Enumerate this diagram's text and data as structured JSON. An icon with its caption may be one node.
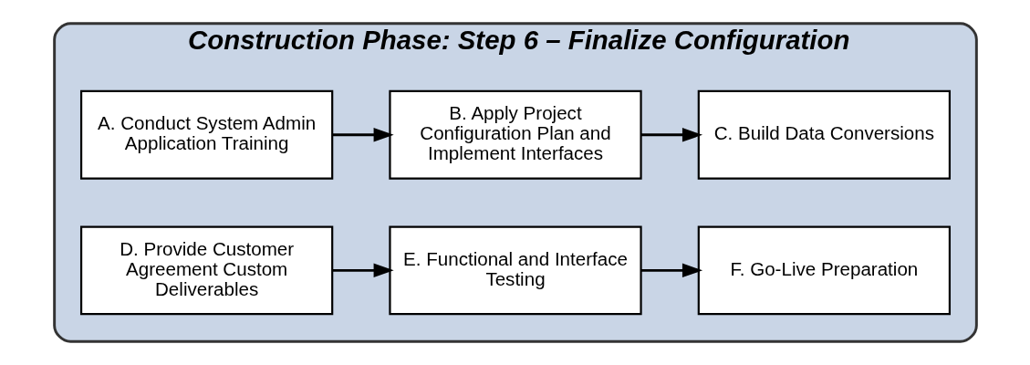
{
  "diagram": {
    "nodes": [
      {
        "text": [
          "Construction Phase: Step 6 – Finalize Configuration"
        ]
      },
      {
        "text": [
          "A. Conduct System Admin Application Training"
        ],
        "in": 0
      },
      {
        "text": [
          "B. Apply Project Configuration Plan and Implement Interfaces"
        ],
        "in": 0
      },
      {
        "text": [
          "C. Build Data Conversions"
        ],
        "in": 0
      },
      {
        "text": [
          "D. Provide Customer Agreement Custom Deliverables"
        ],
        "in": 0
      },
      {
        "text": [
          "E. Functional and Interface Testing"
        ],
        "in": 0
      },
      {
        "text": [
          "F. Go-Live Preparation"
        ],
        "in": 0
      }
    ],
    "edges": [
      {
        "from": 1,
        "to": 2,
        "arrow": "to"
      },
      {
        "from": 2,
        "to": 3,
        "arrow": "to"
      },
      {
        "from": 4,
        "to": 5,
        "arrow": "to"
      },
      {
        "from": 5,
        "to": 6,
        "arrow": "to"
      }
    ]
  }
}
